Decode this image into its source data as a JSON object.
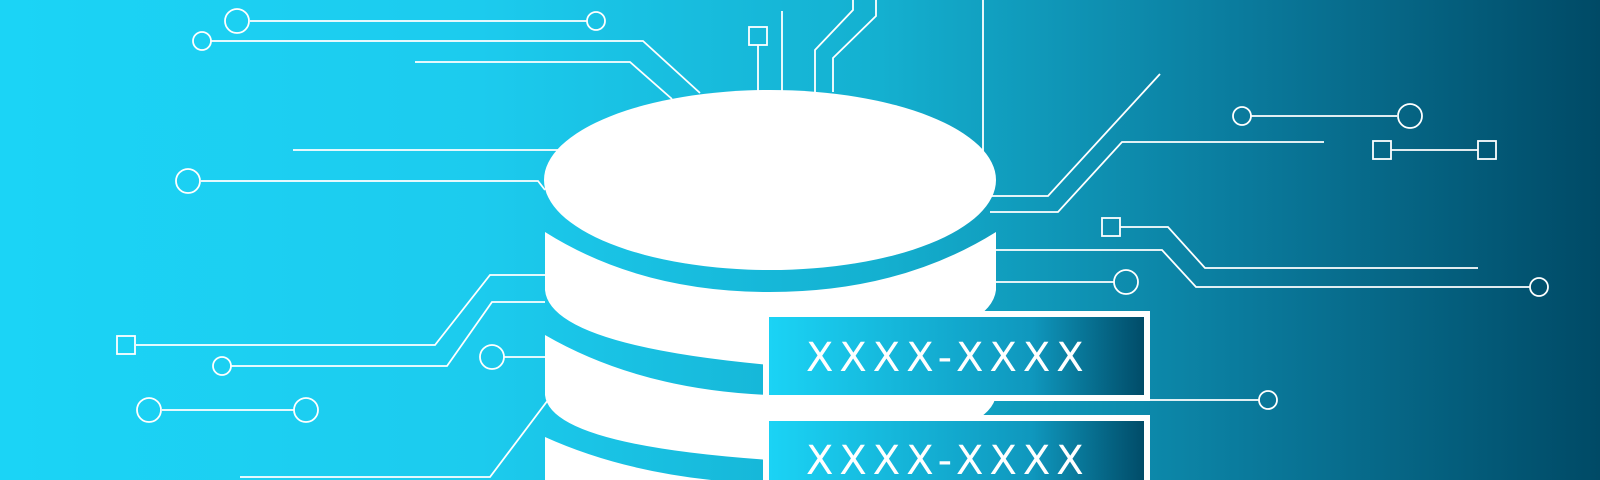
{
  "labels": [
    {
      "text": "XXXX-XXXX"
    },
    {
      "text": "XXXX-XXXX"
    }
  ],
  "colors": {
    "gradient_left": "#1bd4f6",
    "gradient_right": "#004a66",
    "foreground": "#ffffff"
  },
  "icons": [
    "database-icon",
    "circuit-lines"
  ]
}
